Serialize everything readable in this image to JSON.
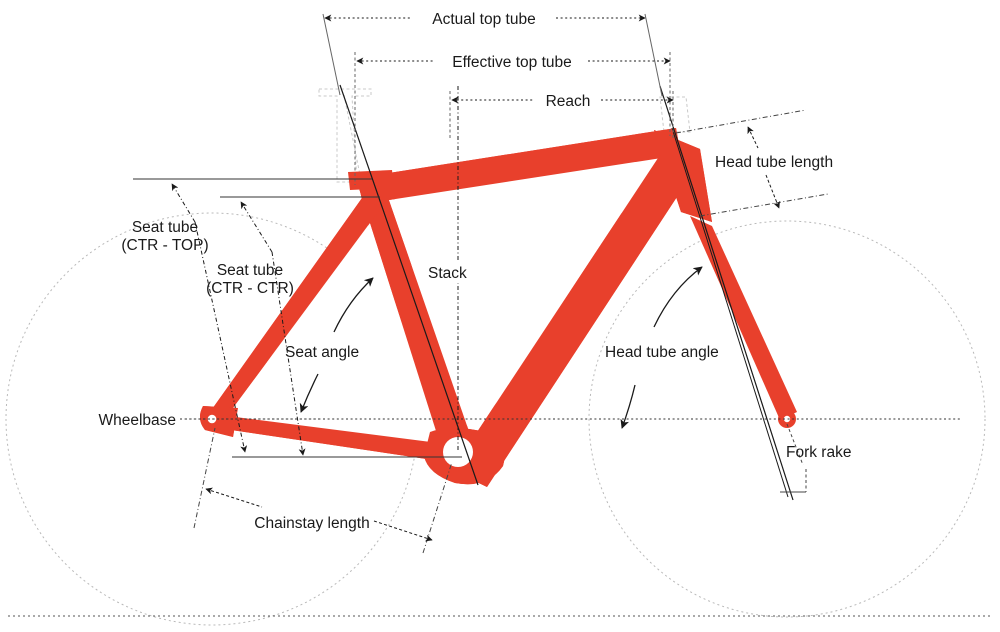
{
  "diagram": {
    "title": "Bicycle frame geometry measurement diagram",
    "colors": {
      "frame": "#E8402C",
      "line": "#1a1a1a",
      "ghost": "#c9c9c9",
      "wheel": "#b5b5b5",
      "background": "#ffffff",
      "text": "#1a1a1a"
    },
    "labels": {
      "actual_top_tube": "Actual top tube",
      "effective_top_tube": "Effective top tube",
      "reach": "Reach",
      "head_tube_length": "Head tube length",
      "head_tube_angle": "Head tube angle",
      "fork_rake": "Fork rake",
      "stack": "Stack",
      "seat_tube_ctr_top_line1": "Seat tube",
      "seat_tube_ctr_top_line2": "(CTR - TOP)",
      "seat_tube_ctr_ctr_line1": "Seat tube",
      "seat_tube_ctr_ctr_line2": "(CTR - CTR)",
      "seat_angle": "Seat angle",
      "wheelbase": "Wheelbase",
      "chainstay_length": "Chainstay length"
    },
    "measurements": [
      {
        "id": "actual-top-tube",
        "label": "Actual top tube",
        "kind": "linear-horizontal"
      },
      {
        "id": "effective-top-tube",
        "label": "Effective top tube",
        "kind": "linear-horizontal"
      },
      {
        "id": "reach",
        "label": "Reach",
        "kind": "linear-horizontal"
      },
      {
        "id": "stack",
        "label": "Stack",
        "kind": "linear-vertical"
      },
      {
        "id": "head-tube-length",
        "label": "Head tube length",
        "kind": "linear-oblique"
      },
      {
        "id": "head-tube-angle",
        "label": "Head tube angle",
        "kind": "angle"
      },
      {
        "id": "seat-angle",
        "label": "Seat angle",
        "kind": "angle"
      },
      {
        "id": "seat-tube-ctr-top",
        "label": "Seat tube (CTR - TOP)",
        "kind": "linear-oblique"
      },
      {
        "id": "seat-tube-ctr-ctr",
        "label": "Seat tube (CTR - CTR)",
        "kind": "linear-oblique"
      },
      {
        "id": "chainstay-length",
        "label": "Chainstay length",
        "kind": "linear-oblique"
      },
      {
        "id": "wheelbase",
        "label": "Wheelbase",
        "kind": "linear-horizontal"
      },
      {
        "id": "fork-rake",
        "label": "Fork rake",
        "kind": "linear-oblique"
      }
    ]
  }
}
